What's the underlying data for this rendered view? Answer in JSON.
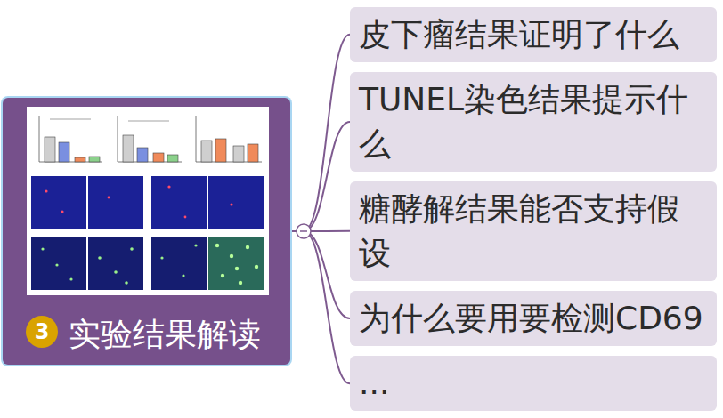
{
  "diagram": {
    "nodes": [
      {
        "text": [
          "实验结果解读"
        ]
      },
      {
        "text": [
          "皮下瘤结果证明了什么"
        ]
      },
      {
        "text": [
          "TUNEL染色结果提示什么"
        ]
      },
      {
        "text": [
          "糖酵解结果能否支持假设"
        ]
      },
      {
        "text": [
          "为什么要用要检测CD69"
        ]
      },
      {
        "text": [
          "..."
        ]
      }
    ],
    "edges": [
      {
        "from": 0,
        "to": 1,
        "arrow": "none"
      },
      {
        "from": 0,
        "to": 2,
        "arrow": "none"
      },
      {
        "from": 0,
        "to": 3,
        "arrow": "none"
      },
      {
        "from": 0,
        "to": 4,
        "arrow": "none"
      },
      {
        "from": 0,
        "to": 5,
        "arrow": "none"
      }
    ],
    "labels": [
      "3"
    ]
  }
}
